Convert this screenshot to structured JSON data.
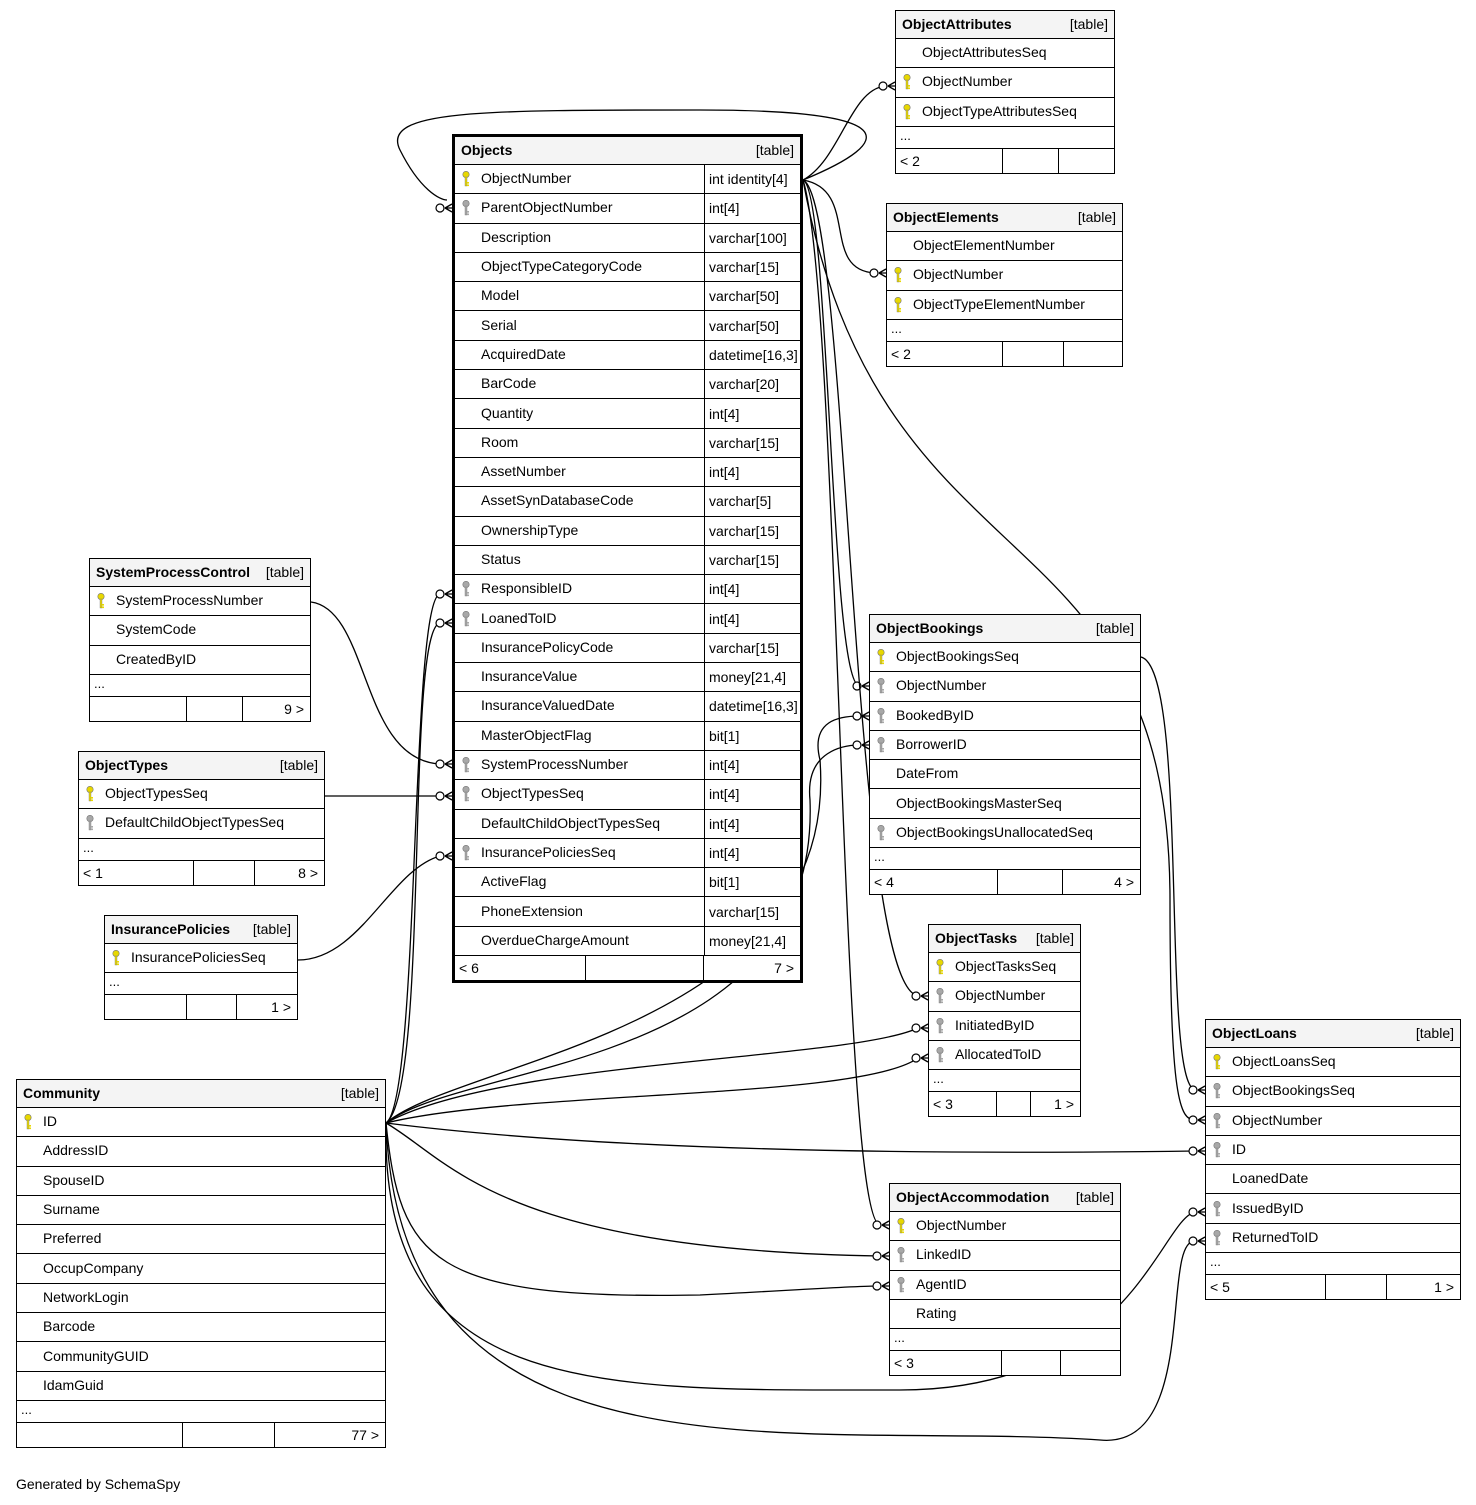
{
  "footer": "Generated by SchemaSpy",
  "type_label": "[table]",
  "ellipsis": "...",
  "key_colors": {
    "primary": "#e8d800",
    "foreign": "#a8a8a8"
  },
  "tables": {
    "objects": {
      "name": "Objects",
      "columns": [
        {
          "name": "ObjectNumber",
          "type": "int identity[4]",
          "key": "primary"
        },
        {
          "name": "ParentObjectNumber",
          "type": "int[4]",
          "key": "foreign"
        },
        {
          "name": "Description",
          "type": "varchar[100]",
          "key": ""
        },
        {
          "name": "ObjectTypeCategoryCode",
          "type": "varchar[15]",
          "key": ""
        },
        {
          "name": "Model",
          "type": "varchar[50]",
          "key": ""
        },
        {
          "name": "Serial",
          "type": "varchar[50]",
          "key": ""
        },
        {
          "name": "AcquiredDate",
          "type": "datetime[16,3]",
          "key": ""
        },
        {
          "name": "BarCode",
          "type": "varchar[20]",
          "key": ""
        },
        {
          "name": "Quantity",
          "type": "int[4]",
          "key": ""
        },
        {
          "name": "Room",
          "type": "varchar[15]",
          "key": ""
        },
        {
          "name": "AssetNumber",
          "type": "int[4]",
          "key": ""
        },
        {
          "name": "AssetSynDatabaseCode",
          "type": "varchar[5]",
          "key": ""
        },
        {
          "name": "OwnershipType",
          "type": "varchar[15]",
          "key": ""
        },
        {
          "name": "Status",
          "type": "varchar[15]",
          "key": ""
        },
        {
          "name": "ResponsibleID",
          "type": "int[4]",
          "key": "foreign"
        },
        {
          "name": "LoanedToID",
          "type": "int[4]",
          "key": "foreign"
        },
        {
          "name": "InsurancePolicyCode",
          "type": "varchar[15]",
          "key": ""
        },
        {
          "name": "InsuranceValue",
          "type": "money[21,4]",
          "key": ""
        },
        {
          "name": "InsuranceValuedDate",
          "type": "datetime[16,3]",
          "key": ""
        },
        {
          "name": "MasterObjectFlag",
          "type": "bit[1]",
          "key": ""
        },
        {
          "name": "SystemProcessNumber",
          "type": "int[4]",
          "key": "foreign"
        },
        {
          "name": "ObjectTypesSeq",
          "type": "int[4]",
          "key": "foreign"
        },
        {
          "name": "DefaultChildObjectTypesSeq",
          "type": "int[4]",
          "key": ""
        },
        {
          "name": "InsurancePoliciesSeq",
          "type": "int[4]",
          "key": "foreign"
        },
        {
          "name": "ActiveFlag",
          "type": "bit[1]",
          "key": ""
        },
        {
          "name": "PhoneExtension",
          "type": "varchar[15]",
          "key": ""
        },
        {
          "name": "OverdueChargeAmount",
          "type": "money[21,4]",
          "key": ""
        }
      ],
      "footer": {
        "left": "< 6",
        "mid": "",
        "right": "7 >"
      }
    },
    "objectattributes": {
      "name": "ObjectAttributes",
      "columns": [
        {
          "name": "ObjectAttributesSeq",
          "key": ""
        },
        {
          "name": "ObjectNumber",
          "key": "primary"
        },
        {
          "name": "ObjectTypeAttributesSeq",
          "key": "primary"
        }
      ],
      "footer": {
        "left": "< 2",
        "mid": "",
        "right": ""
      }
    },
    "objectelements": {
      "name": "ObjectElements",
      "columns": [
        {
          "name": "ObjectElementNumber",
          "key": ""
        },
        {
          "name": "ObjectNumber",
          "key": "primary"
        },
        {
          "name": "ObjectTypeElementNumber",
          "key": "primary"
        }
      ],
      "footer": {
        "left": "< 2",
        "mid": "",
        "right": ""
      }
    },
    "systemprocesscontrol": {
      "name": "SystemProcessControl",
      "columns": [
        {
          "name": "SystemProcessNumber",
          "key": "primary"
        },
        {
          "name": "SystemCode",
          "key": ""
        },
        {
          "name": "CreatedByID",
          "key": ""
        }
      ],
      "footer": {
        "left": "",
        "mid": "",
        "right": "9 >"
      }
    },
    "objecttypes": {
      "name": "ObjectTypes",
      "columns": [
        {
          "name": "ObjectTypesSeq",
          "key": "primary"
        },
        {
          "name": "DefaultChildObjectTypesSeq",
          "key": "foreign"
        }
      ],
      "footer": {
        "left": "< 1",
        "mid": "",
        "right": "8 >"
      }
    },
    "insurancepolicies": {
      "name": "InsurancePolicies",
      "columns": [
        {
          "name": "InsurancePoliciesSeq",
          "key": "primary"
        }
      ],
      "footer": {
        "left": "",
        "mid": "",
        "right": "1 >"
      }
    },
    "community": {
      "name": "Community",
      "columns": [
        {
          "name": "ID",
          "key": "primary"
        },
        {
          "name": "AddressID",
          "key": ""
        },
        {
          "name": "SpouseID",
          "key": ""
        },
        {
          "name": "Surname",
          "key": ""
        },
        {
          "name": "Preferred",
          "key": ""
        },
        {
          "name": "OccupCompany",
          "key": ""
        },
        {
          "name": "NetworkLogin",
          "key": ""
        },
        {
          "name": "Barcode",
          "key": ""
        },
        {
          "name": "CommunityGUID",
          "key": ""
        },
        {
          "name": "IdamGuid",
          "key": ""
        }
      ],
      "footer": {
        "left": "",
        "mid": "",
        "right": "77 >"
      }
    },
    "objectbookings": {
      "name": "ObjectBookings",
      "columns": [
        {
          "name": "ObjectBookingsSeq",
          "key": "primary"
        },
        {
          "name": "ObjectNumber",
          "key": "foreign"
        },
        {
          "name": "BookedByID",
          "key": "foreign"
        },
        {
          "name": "BorrowerID",
          "key": "foreign"
        },
        {
          "name": "DateFrom",
          "key": ""
        },
        {
          "name": "ObjectBookingsMasterSeq",
          "key": ""
        },
        {
          "name": "ObjectBookingsUnallocatedSeq",
          "key": "foreign"
        }
      ],
      "footer": {
        "left": "< 4",
        "mid": "",
        "right": "4 >"
      }
    },
    "objecttasks": {
      "name": "ObjectTasks",
      "columns": [
        {
          "name": "ObjectTasksSeq",
          "key": "primary"
        },
        {
          "name": "ObjectNumber",
          "key": "foreign"
        },
        {
          "name": "InitiatedByID",
          "key": "foreign"
        },
        {
          "name": "AllocatedToID",
          "key": "foreign"
        }
      ],
      "footer": {
        "left": "< 3",
        "mid": "",
        "right": "1 >"
      }
    },
    "objectloans": {
      "name": "ObjectLoans",
      "columns": [
        {
          "name": "ObjectLoansSeq",
          "key": "primary"
        },
        {
          "name": "ObjectBookingsSeq",
          "key": "foreign"
        },
        {
          "name": "ObjectNumber",
          "key": "foreign"
        },
        {
          "name": "ID",
          "key": "foreign"
        },
        {
          "name": "LoanedDate",
          "key": ""
        },
        {
          "name": "IssuedByID",
          "key": "foreign"
        },
        {
          "name": "ReturnedToID",
          "key": "foreign"
        }
      ],
      "footer": {
        "left": "< 5",
        "mid": "",
        "right": "1 >"
      }
    },
    "objectaccommodation": {
      "name": "ObjectAccommodation",
      "columns": [
        {
          "name": "ObjectNumber",
          "key": "primary"
        },
        {
          "name": "LinkedID",
          "key": "foreign"
        },
        {
          "name": "AgentID",
          "key": "foreign"
        },
        {
          "name": "Rating",
          "key": ""
        }
      ],
      "footer": {
        "left": "< 3",
        "mid": "",
        "right": ""
      }
    }
  }
}
